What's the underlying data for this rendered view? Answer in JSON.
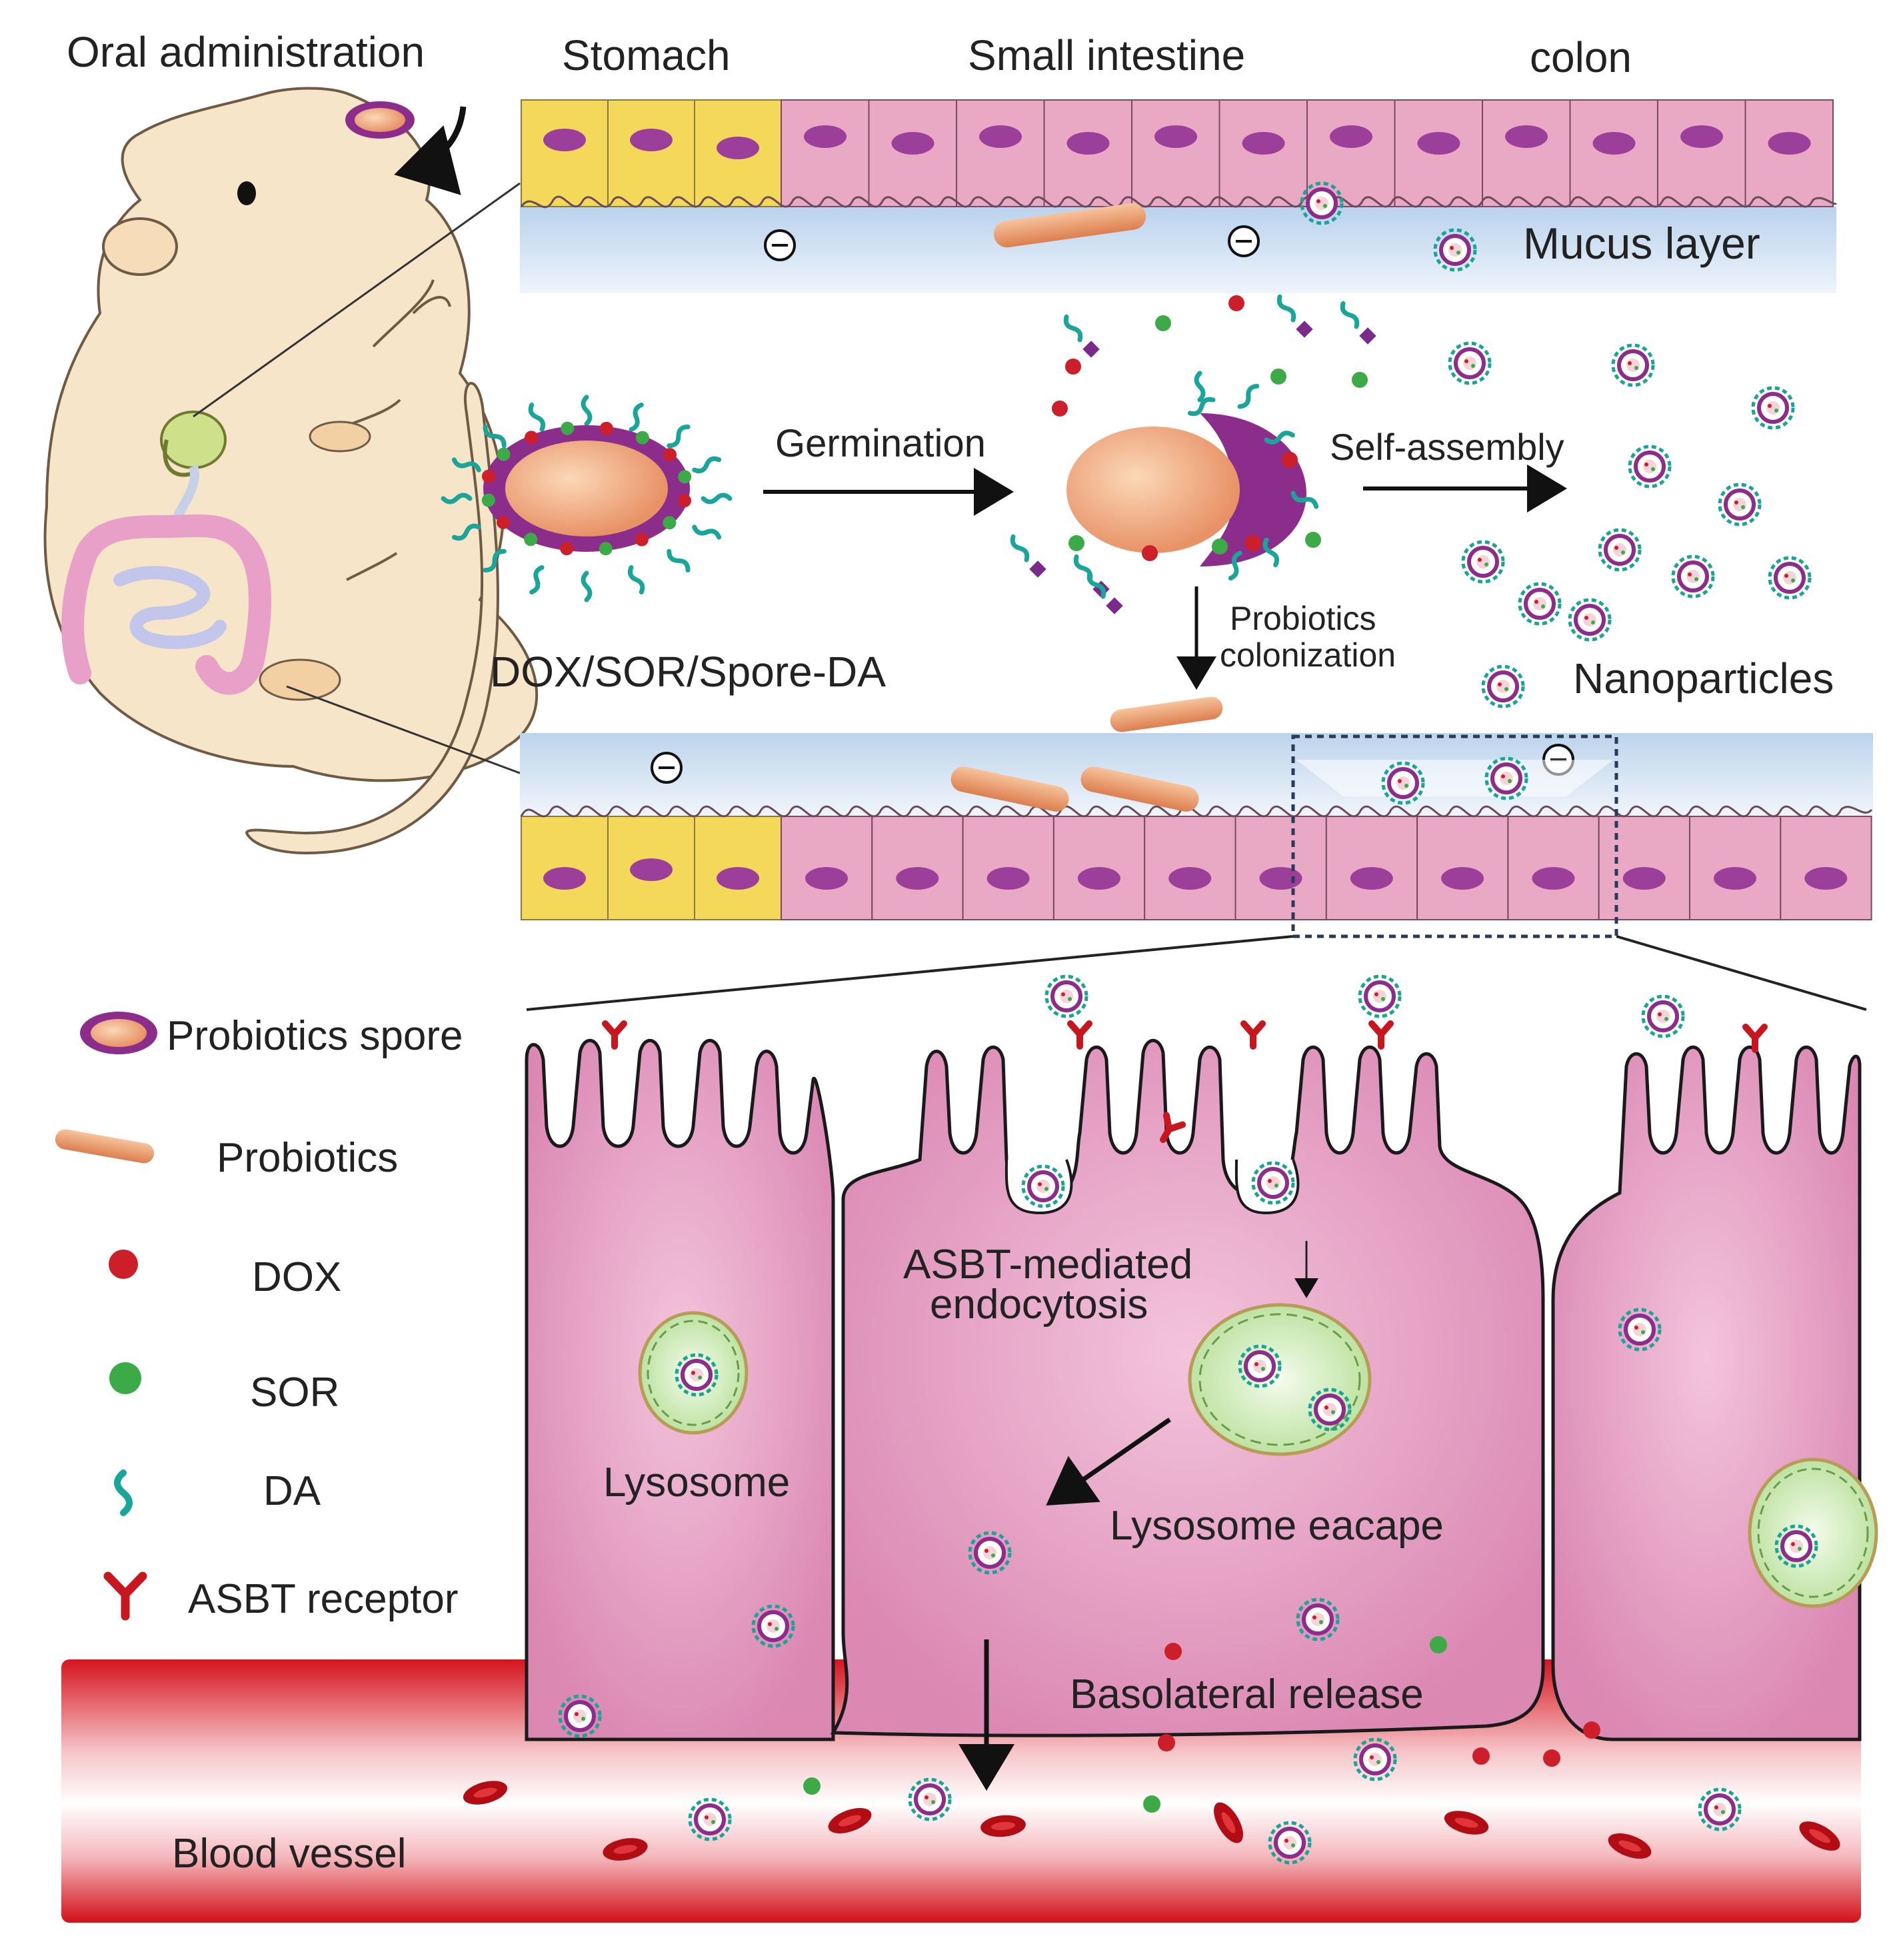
{
  "labels": {
    "oral_administration": "Oral administration",
    "stomach": "Stomach",
    "small_intestine": "Small intestine",
    "colon": "colon",
    "mucus_layer": "Mucus layer",
    "germination": "Germination",
    "self_assembly": "Self-assembly",
    "probiotics_colonization_line1": "Probiotics",
    "probiotics_colonization_line2": "colonization",
    "spore_formulation": "DOX/SOR/Spore-DA",
    "nanoparticles": "Nanoparticles",
    "asbt_mediated_line1": "ASBT-mediated",
    "asbt_mediated_line2": "endocytosis",
    "lysosome": "Lysosome",
    "lysosome_escape": "Lysosome eacape",
    "basolateral_release": "Basolateral release",
    "blood_vessel": "Blood  vessel"
  },
  "legend": [
    {
      "icon": "probiotics-spore-icon",
      "label": "Probiotics spore"
    },
    {
      "icon": "probiotics-rod-icon",
      "label": "Probiotics"
    },
    {
      "icon": "dox-dot-icon",
      "label": "DOX"
    },
    {
      "icon": "sor-dot-icon",
      "label": "SOR"
    },
    {
      "icon": "da-chain-icon",
      "label": "DA"
    },
    {
      "icon": "asbt-receptor-icon",
      "label": "ASBT receptor"
    }
  ],
  "colors": {
    "stomach_cell": "#f4d85a",
    "intestine_cell": "#e9a8c4",
    "nucleus": "#9c3f9a",
    "mucus": "#c8dcef",
    "cell_large": "#dc8bb4",
    "probiotic": "#e89a6c",
    "dox": "#cc1f2a",
    "sor": "#3daa48",
    "da": "#1aa59a",
    "receptor": "#c8161f",
    "blood": "#d7141e",
    "lysosome": "#c6e6a8",
    "mouse_body": "#f6e5c8"
  }
}
